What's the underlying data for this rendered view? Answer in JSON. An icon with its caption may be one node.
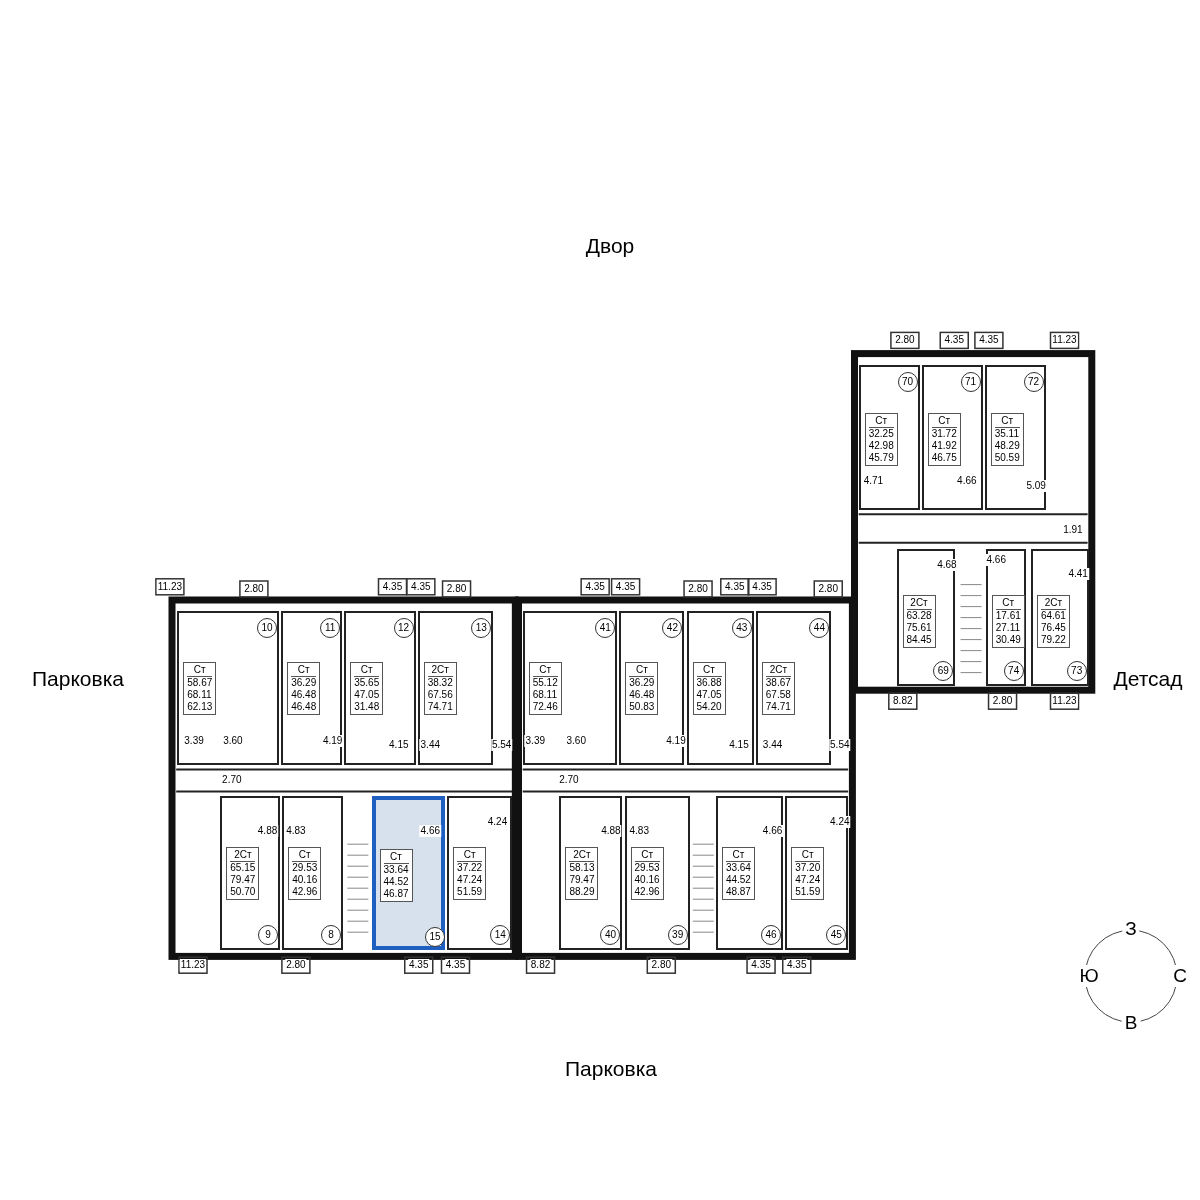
{
  "diagram": {
    "nodes": [
      {
        "text": [
          "70",
          "Ст",
          "32.25",
          "42.98",
          "45.79"
        ]
      },
      {
        "text": [
          "71",
          "Ст",
          "31.72",
          "41.92",
          "46.75"
        ]
      },
      {
        "text": [
          "72",
          "Ст",
          "35.11",
          "48.29",
          "50.59"
        ]
      },
      {
        "text": [
          "69",
          "2Ст",
          "63.28",
          "75.61",
          "84.45"
        ]
      },
      {
        "text": [
          "74",
          "Ст",
          "17.61",
          "27.11",
          "30.49"
        ]
      },
      {
        "text": [
          "73",
          "2Ст",
          "64.61",
          "76.45",
          "79.22"
        ]
      },
      {
        "text": [
          "10",
          "Ст",
          "58.67",
          "68.11",
          "62.13"
        ]
      },
      {
        "text": [
          "11",
          "Ст",
          "36.29",
          "46.48",
          "46.48"
        ]
      },
      {
        "text": [
          "12",
          "Ст",
          "35.65",
          "47.05",
          "31.48"
        ]
      },
      {
        "text": [
          "13",
          "2Ст",
          "38.32",
          "67.56",
          "74.71"
        ]
      },
      {
        "text": [
          "41",
          "Ст",
          "55.12",
          "68.11",
          "72.46"
        ]
      },
      {
        "text": [
          "42",
          "Ст",
          "36.29",
          "46.48",
          "50.83"
        ]
      },
      {
        "text": [
          "43",
          "Ст",
          "36.88",
          "47.05",
          "54.20"
        ]
      },
      {
        "text": [
          "44",
          "2Ст",
          "38.67",
          "67.58",
          "74.71"
        ]
      },
      {
        "text": [
          "9",
          "2Ст",
          "65.15",
          "79.47",
          "50.70"
        ]
      },
      {
        "text": [
          "8",
          "Ст",
          "29.53",
          "40.16",
          "42.96"
        ]
      },
      {
        "text": [
          "15",
          "Ст",
          "33.64",
          "44.52",
          "46.87"
        ]
      },
      {
        "text": [
          "14",
          "Ст",
          "37.22",
          "47.24",
          "51.59"
        ]
      },
      {
        "text": [
          "40",
          "2Ст",
          "58.13",
          "79.47",
          "88.29"
        ]
      },
      {
        "text": [
          "39",
          "Ст",
          "29.53",
          "40.16",
          "42.96"
        ]
      },
      {
        "text": [
          "46",
          "Ст",
          "33.64",
          "44.52",
          "48.87"
        ]
      },
      {
        "text": [
          "45",
          "Ст",
          "37.20",
          "47.24",
          "51.59"
        ]
      }
    ],
    "labels": [
      "Двор",
      "2.80",
      "4.35",
      "4.35",
      "11.23",
      "4.71",
      "4.66",
      "5.09",
      "1.91",
      "4.68",
      "4.66",
      "4.41",
      "11.23",
      "2.80",
      "4.35",
      "4.35",
      "2.80",
      "4.35",
      "4.35",
      "2.80",
      "4.35",
      "4.35",
      "2.80",
      "Парковка",
      "Детсад",
      "8.82",
      "2.80",
      "11.23",
      "3.39",
      "3.60",
      "4.19",
      "4.15",
      "3.44",
      "5.54",
      "3.39",
      "3.60",
      "4.19",
      "4.15",
      "3.44",
      "5.54",
      "2.70",
      "4.88",
      "4.83",
      "4.66",
      "4.24",
      "2.70",
      "4.88",
      "4.83",
      "4.66",
      "4.24",
      "11.23",
      "2.80",
      "4.35",
      "4.35",
      "8.82",
      "2.80",
      "4.35",
      "4.35",
      "З",
      "Ю",
      "С",
      "Парковка",
      "В"
    ]
  }
}
